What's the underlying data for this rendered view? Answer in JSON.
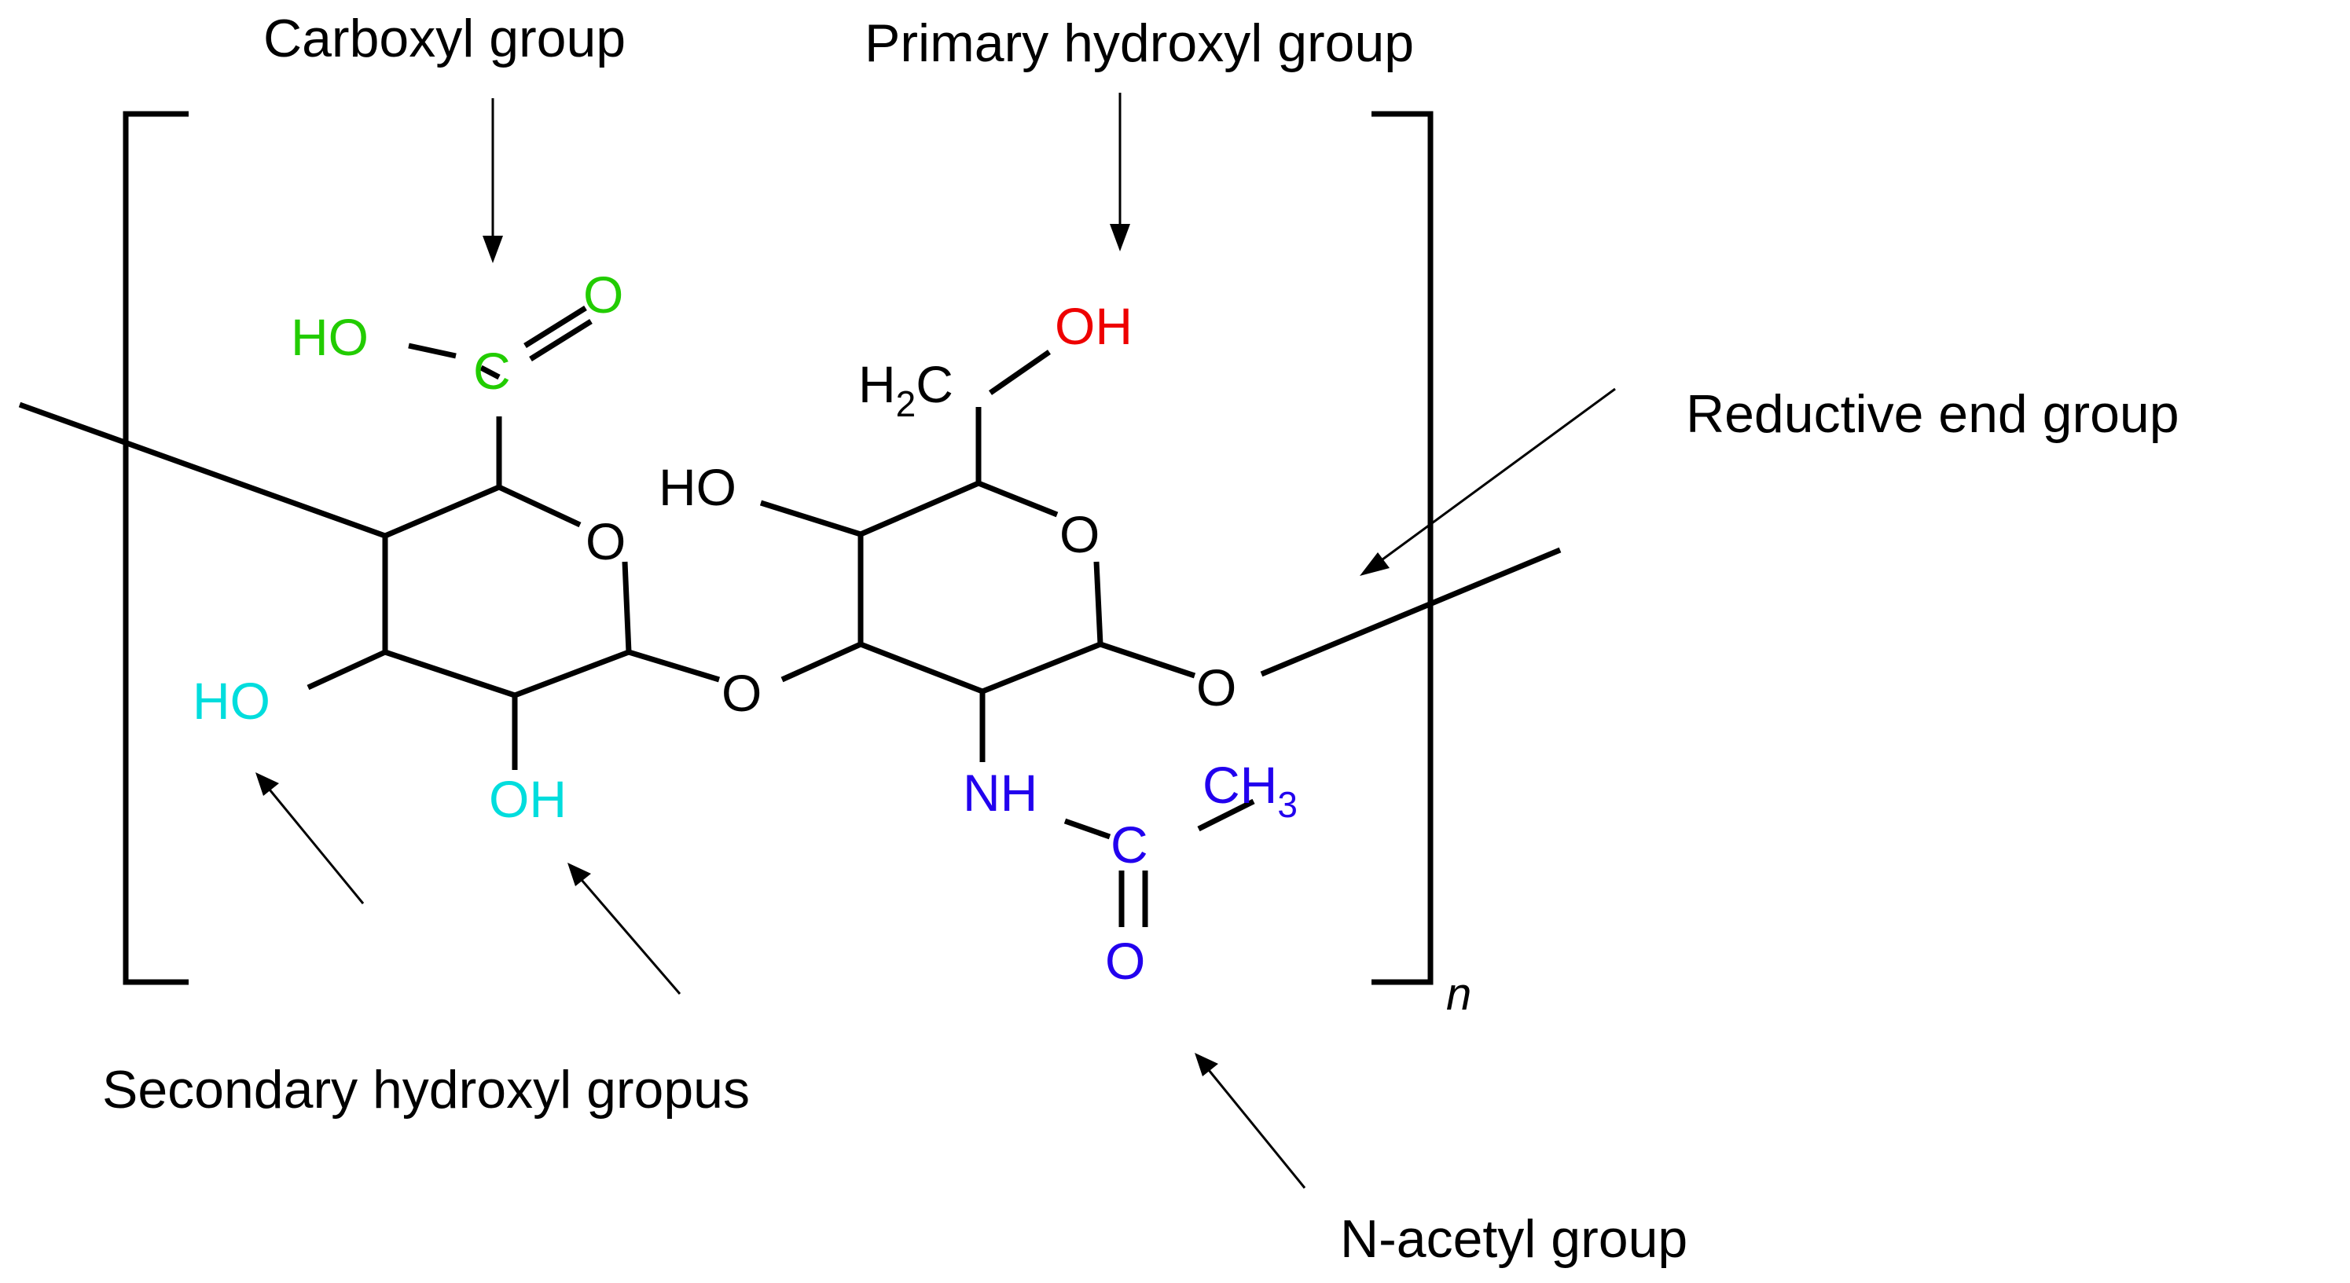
{
  "labels": {
    "carboxyl_group": "Carboxyl group",
    "primary_hydroxyl_group": "Primary hydroxyl group",
    "reductive_end_group": "Reductive end group",
    "secondary_hydroxyl_groups": "Secondary hydroxyl gropus",
    "n_acetyl_group": "N-acetyl group"
  },
  "atoms": {
    "carboxyl_ho": "HO",
    "carboxyl_c": "C",
    "carboxyl_o": "O",
    "ring1_o": "O",
    "glycosidic_o": "O",
    "ring1_ho": "HO",
    "ring1_oh": "OH",
    "ring2_ho": "HO",
    "ch2_h": "H",
    "ch2_sub": "2",
    "ch2_c": "C",
    "primary_oh": "OH",
    "ring2_o": "O",
    "end_o": "O",
    "nh": "NH",
    "acetyl_c": "C",
    "acetyl_o": "O",
    "ch3_ch": "CH",
    "ch3_sub": "3"
  },
  "repeat_subscript": "n",
  "colors": {
    "carboxyl": "#22cc00",
    "primary_hydroxyl": "#ee0000",
    "secondary_hydroxyl": "#00dddd",
    "n_acetyl": "#2200ee",
    "default": "#000000"
  }
}
